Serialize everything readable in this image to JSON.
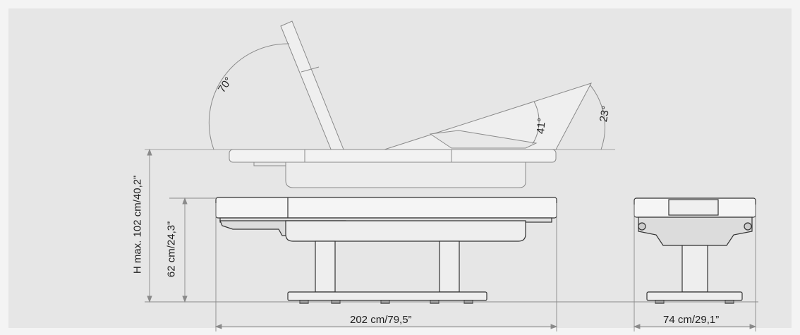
{
  "diagram": {
    "angles": {
      "backrest": "70°",
      "leg_upper": "41°",
      "leg_total": "23°"
    },
    "dimensions": {
      "height_max": "H max. 102 cm/40,2”",
      "height_min": "62 cm/24,3”",
      "length": "202 cm/79,5”",
      "width": "74 cm/29,1”"
    },
    "colors": {
      "background": "#e6e6e6",
      "line_dark": "#333333",
      "line_light": "#8a8a8a",
      "fill_light": "#eeeeee",
      "fill_top": "#f5f5f5"
    }
  }
}
